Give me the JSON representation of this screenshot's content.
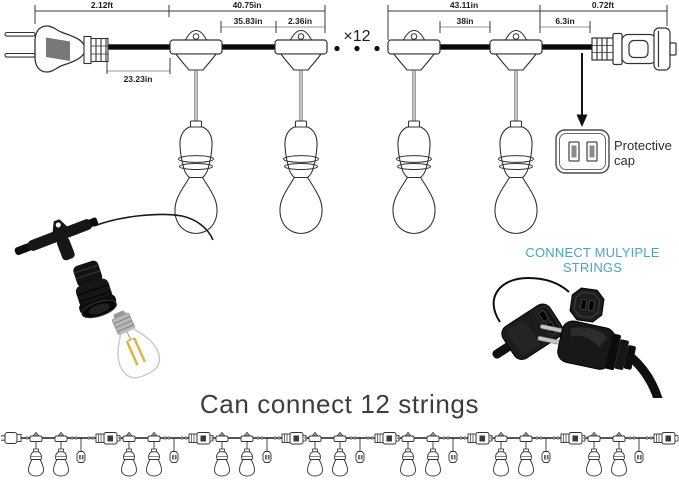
{
  "diagram": {
    "top_dims": [
      "2.12ft",
      "40.75in",
      "43.11in",
      "0.72ft"
    ],
    "mid_dims": [
      "35.83in",
      "2.36in",
      "38in",
      "6.3in"
    ],
    "lower_dim": "23.23in",
    "repeat_count": "×12",
    "protective_cap_line1": "Protective",
    "protective_cap_line2": "cap"
  },
  "connect_note": {
    "line1": "CONNECT MULYIPLE",
    "line2": "STRINGS",
    "color": "#4aa5ba"
  },
  "caption": "Can connect 12 strings",
  "colors": {
    "dimension_line": "#3a3a3a",
    "secondary_dimension_line": "#999999",
    "cord_black": "#0a0a0a",
    "accent_teal": "#4aa5ba",
    "filament_yellow": "#e0b23f",
    "plug_label_gray": "#787878"
  }
}
